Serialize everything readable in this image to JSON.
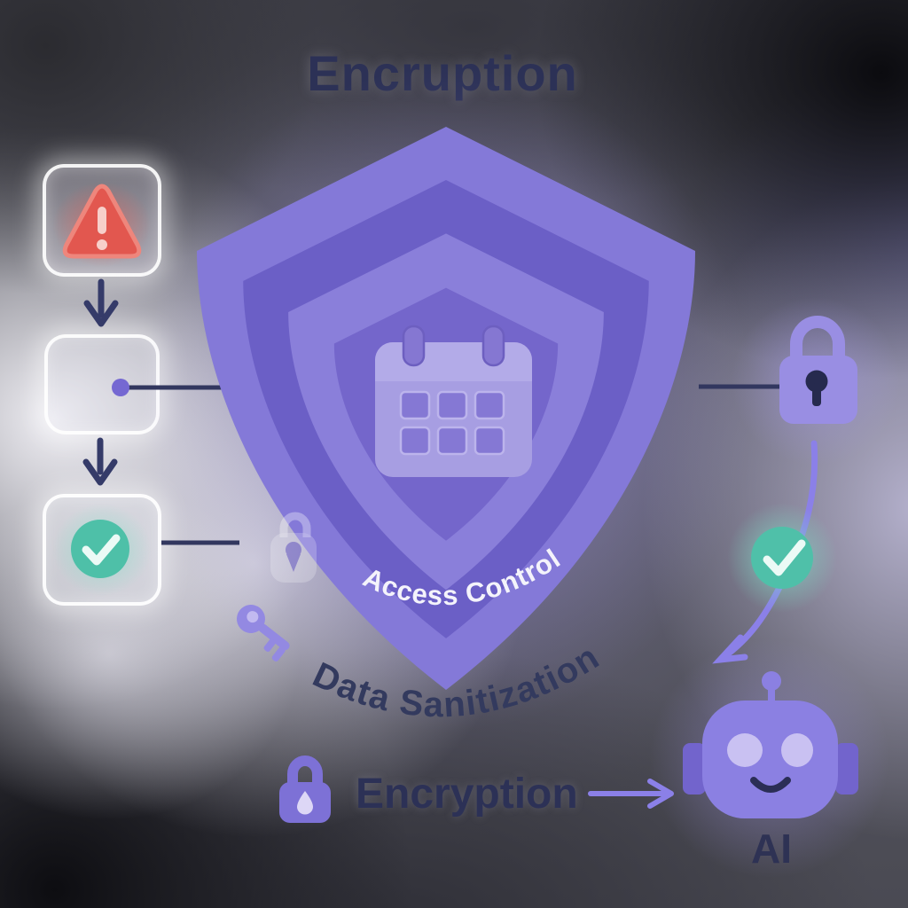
{
  "title": "Encruption",
  "left_flow": {
    "steps": [
      {
        "icon": "warning-triangle",
        "color": "#e2574f"
      },
      {
        "icon": "empty-box",
        "connector": "dot-line-to-shield"
      },
      {
        "icon": "check-circle",
        "color": "#4ec0a8"
      }
    ]
  },
  "shield": {
    "arc_label": "Access Control",
    "center_icon": "calendar",
    "watermark_icons": [
      "padlock",
      "key"
    ],
    "layer_colors": [
      "#8479d8",
      "#6b5fc6",
      "#8a7fda",
      "#7466cb"
    ]
  },
  "annotations": {
    "data_sanitization_label": "Data Sanitization",
    "encryption_label": "Encryption",
    "ai_label": "AI"
  },
  "right_flow": {
    "icons": [
      "padlock",
      "check-circle",
      "robot"
    ],
    "teal": "#4fc0a9",
    "arrow_purple": "#8b80e8"
  },
  "colors": {
    "title_text": "#2c3156",
    "dark_navy": "#32375f",
    "arc_text_white": "#f4f3fb",
    "data_sanitization_text": "#333a5e"
  }
}
